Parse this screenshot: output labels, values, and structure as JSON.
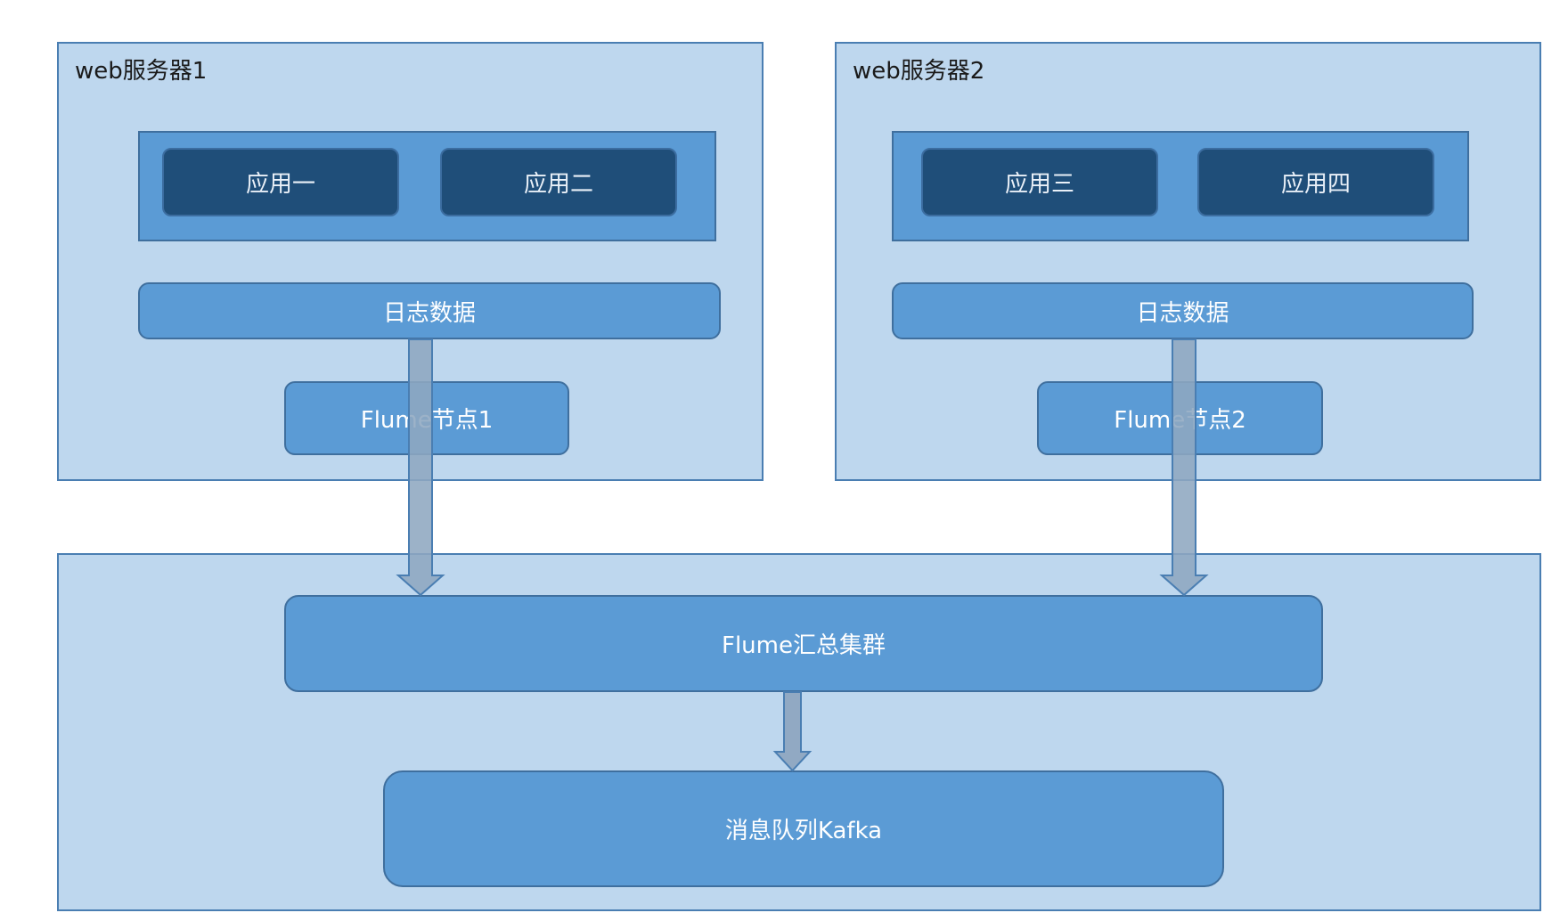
{
  "servers": [
    {
      "title": "web服务器1",
      "apps": [
        "应用一",
        "应用二"
      ],
      "log_label": "日志数据",
      "flume_node": "Flume节点1"
    },
    {
      "title": "web服务器2",
      "apps": [
        "应用三",
        "应用四"
      ],
      "log_label": "日志数据",
      "flume_node": "Flume节点2"
    }
  ],
  "aggregation": {
    "cluster_label": "Flume汇总集群",
    "queue_label": "消息队列Kafka"
  },
  "colors": {
    "server_bg": "#bed7ee",
    "box_fill": "#5b9bd5",
    "app_fill": "#1f4e79",
    "arrow_fill": "#8ea7c0",
    "border": "#4a7eb2"
  }
}
